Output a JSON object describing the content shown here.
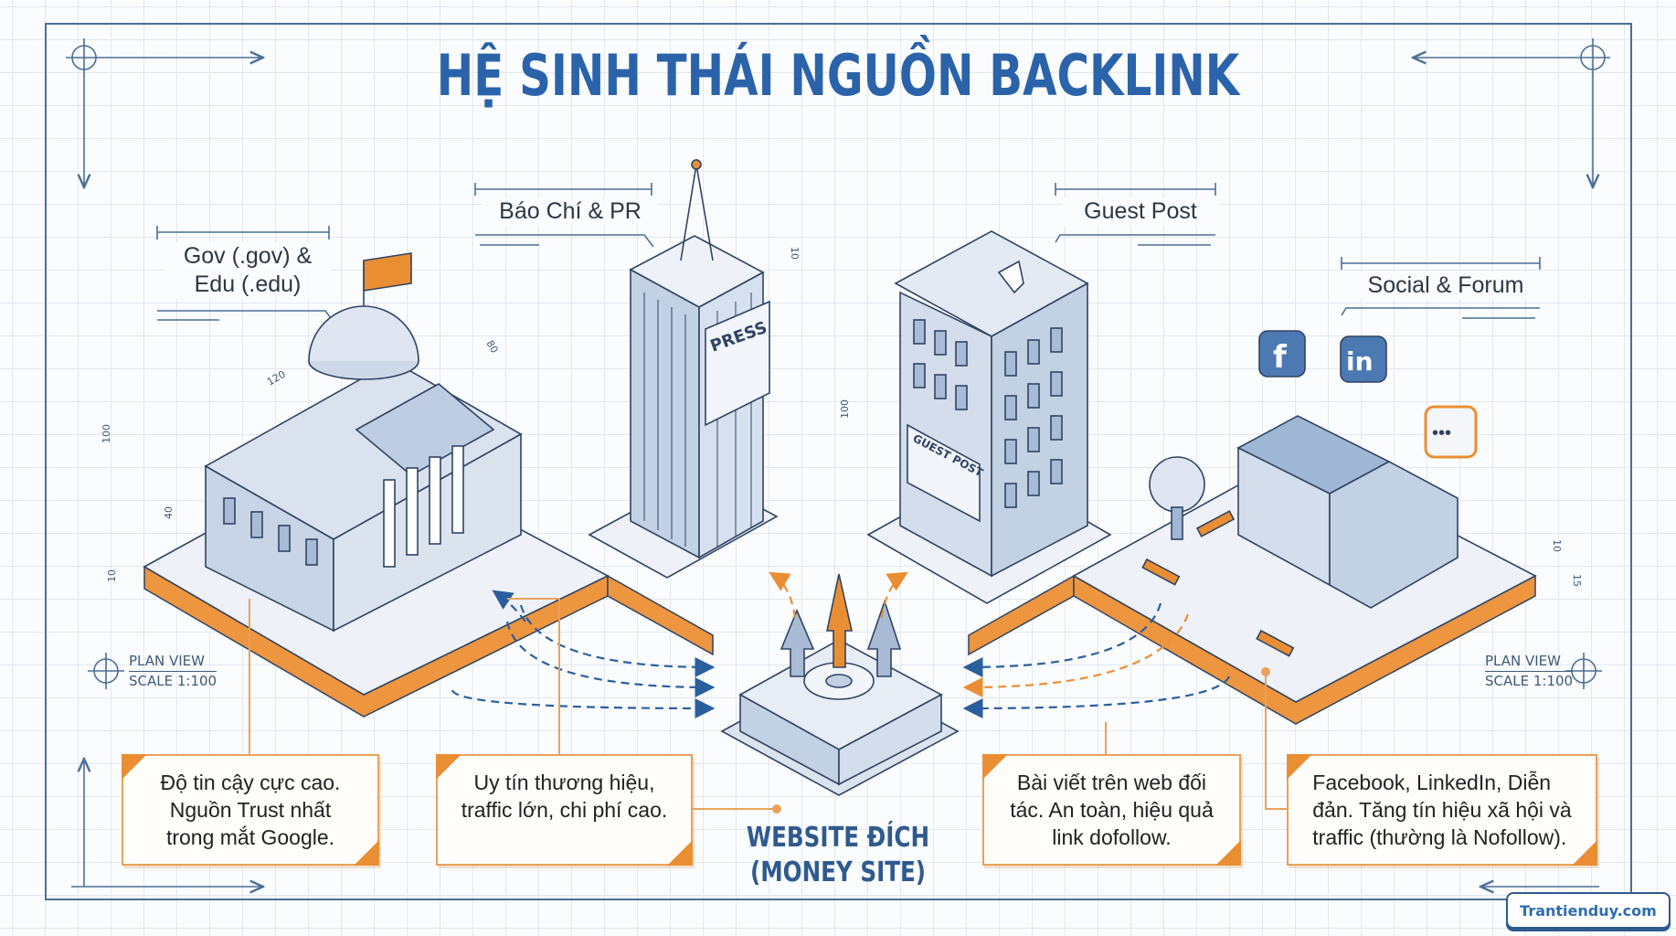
{
  "title": "HỆ SINH THÁI NGUỒN BACKLINK",
  "sources": [
    {
      "id": "gov-edu",
      "label_line1": "Gov (.gov) &",
      "label_line2": "Edu (.edu)",
      "icon": "government-building-icon",
      "description_lines": [
        "Độ tin cậy cực cao.",
        "Nguồn Trust nhất",
        "trong mắt Google."
      ]
    },
    {
      "id": "press-pr",
      "label": "Báo Chí & PR",
      "icon": "press-tower-icon",
      "sign": "PRESS",
      "description_lines": [
        "Uy tín thương hiệu,",
        "traffic lớn, chi phí cao."
      ]
    },
    {
      "id": "guest-post",
      "label": "Guest Post",
      "icon": "office-building-icon",
      "sign": "GUEST POST",
      "description_lines": [
        "Bài viết trên web đối",
        "tác. An toàn, hiệu quả",
        "link dofollow."
      ]
    },
    {
      "id": "social-forum",
      "label": "Social & Forum",
      "icon": "community-building-icon",
      "social_icons": [
        "facebook-icon",
        "linkedin-icon",
        "chat-bubble-icon"
      ],
      "description_lines": [
        "Facebook, LinkedIn, Diễn",
        "đản. Tăng tín hiệu xã hội và",
        "traffic (thường là Nofollow)."
      ]
    }
  ],
  "target": {
    "line1": "WEBSITE ĐÍCH",
    "line2": "(MONEY SITE)",
    "icon": "gear-server-icon"
  },
  "plan_view": {
    "left": {
      "line1": "PLAN VIEW",
      "line2": "SCALE 1:100"
    },
    "right": {
      "line1": "PLAN VIEW",
      "line2": "SCALE 1:100"
    }
  },
  "dimensions": {
    "gov_height": "100",
    "gov_base": "10",
    "gov_wing": "40",
    "gov_width": "120",
    "gov_depth": "80",
    "press_spire": "10",
    "tower_height": "100",
    "social_roof": "10",
    "social_base": "15"
  },
  "watermark": "Trantienduy.com",
  "colors": {
    "blueprint_blue": "#2b63aa",
    "line_blue": "#3f5a78",
    "building_fill": "#dde5f0",
    "accent_orange": "#ea8e33",
    "grid": "#e3e8ef"
  }
}
